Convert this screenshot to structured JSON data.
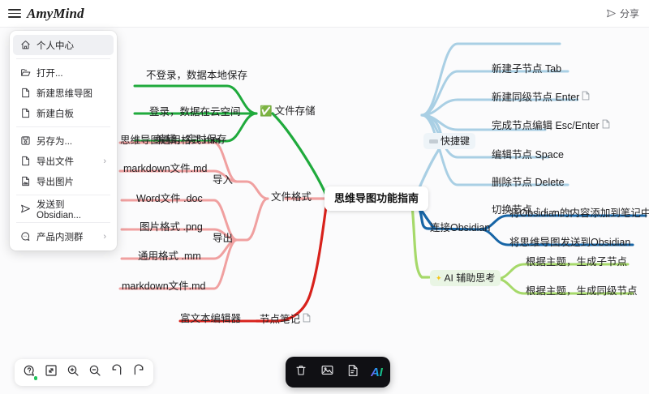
{
  "header": {
    "menu_icon": "hamburger-icon",
    "brand": "AmyMind",
    "share_label": "分享",
    "share_icon": "send-icon"
  },
  "menu": {
    "items": [
      {
        "label": "个人中心",
        "icon": "home-icon",
        "active": true,
        "submenu": false
      },
      {
        "separator": true
      },
      {
        "label": "打开...",
        "icon": "folder-open-icon",
        "active": false,
        "submenu": false
      },
      {
        "label": "新建思维导图",
        "icon": "file-icon",
        "active": false,
        "submenu": false
      },
      {
        "label": "新建白板",
        "icon": "file-icon",
        "active": false,
        "submenu": false
      },
      {
        "separator": true
      },
      {
        "label": "另存为...",
        "icon": "save-icon",
        "active": false,
        "submenu": false
      },
      {
        "label": "导出文件",
        "icon": "file-icon",
        "active": false,
        "submenu": true
      },
      {
        "label": "导出图片",
        "icon": "image-file-icon",
        "active": false,
        "submenu": false
      },
      {
        "separator": true
      },
      {
        "label": "发送到Obsidian...",
        "icon": "send-icon",
        "active": false,
        "submenu": false
      },
      {
        "separator": true
      },
      {
        "label": "产品内测群",
        "icon": "chat-icon",
        "active": false,
        "submenu": true
      }
    ],
    "submenu_indicator": "›"
  },
  "mindmap": {
    "center": "思维导图功能指南",
    "branches": [
      {
        "name": "file-storage",
        "color": "#1faa3c",
        "root": "文件存储",
        "root_icon": "check-emoji",
        "children": [
          "不登录，数据本地保存",
          "登录，数据在云空间",
          "编辑，实时保存"
        ]
      },
      {
        "name": "file-format",
        "color": "#f0a0a0",
        "root": "文件格式",
        "groups": [
          {
            "label": "导入",
            "children": [
              "思维导图通用格式.mm",
              "markdown文件.md"
            ]
          },
          {
            "label": "导出",
            "children": [
              "Word文件 .doc",
              "图片格式 .png",
              "通用格式 .mm",
              "markdown文件.md"
            ]
          }
        ]
      },
      {
        "name": "node-note",
        "color": "#d8221c",
        "root": "节点笔记",
        "root_icon": "note-icon",
        "children": [
          "富文本编辑器"
        ]
      },
      {
        "name": "shortcuts",
        "color": "#a9cfe4",
        "root": "快捷键",
        "root_icon": "keyboard-icon",
        "children": [
          {
            "text": "新建子节点 Tab",
            "note": false
          },
          {
            "text": "新建同级节点 Enter",
            "note": true
          },
          {
            "text": "完成节点编辑 Esc/Enter",
            "note": true
          },
          {
            "text": "编辑节点 Space",
            "note": false
          },
          {
            "text": "删除节点 Delete",
            "note": false
          },
          {
            "text": "切换节点 ↑ ↓ ← →",
            "note": false
          }
        ]
      },
      {
        "name": "obsidian",
        "color": "#1765a6",
        "root": "连接Obsidian",
        "children": [
          "将Obsidian的内容添加到笔记中",
          "将思维导图发送到Obsidian"
        ]
      },
      {
        "name": "ai-thinking",
        "color": "#a6d96a",
        "root": "AI 辅助思考",
        "root_icon": "sparkle-icon",
        "children": [
          "根据主题，生成子节点",
          "根据主题，生成同级节点"
        ]
      }
    ]
  },
  "toolbar_left": {
    "buttons": [
      {
        "name": "help-icon",
        "badge": true
      },
      {
        "name": "fullscreen-icon",
        "badge": false
      },
      {
        "name": "zoom-in-icon",
        "badge": false
      },
      {
        "name": "zoom-out-icon",
        "badge": false
      },
      {
        "name": "undo-icon",
        "badge": false
      },
      {
        "name": "redo-icon",
        "badge": false
      }
    ]
  },
  "toolbar_center": {
    "buttons": [
      {
        "name": "trash-icon"
      },
      {
        "name": "image-icon"
      },
      {
        "name": "document-icon"
      }
    ],
    "ai_label": "AI"
  }
}
